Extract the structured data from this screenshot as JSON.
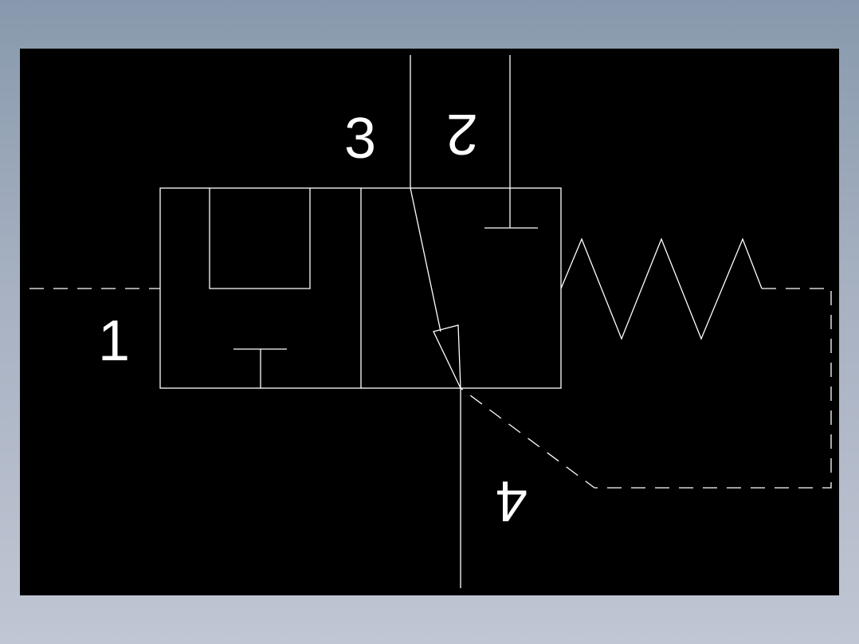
{
  "colors": {
    "background_top": "#8899ad",
    "background_bottom": "#c0c6d3",
    "canvas": "#000000",
    "stroke": "#ffffff"
  },
  "diagram": {
    "type": "hydraulic valve schematic symbol",
    "ports": {
      "port_1": "1",
      "port_2": "2",
      "port_3": "3",
      "port_4": "4"
    }
  }
}
